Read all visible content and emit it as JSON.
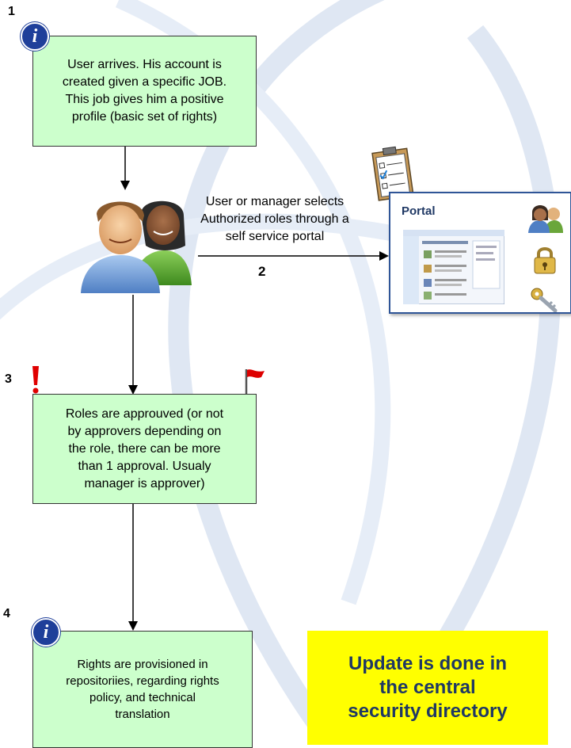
{
  "steps": [
    {
      "number": "1",
      "text": "User arrives. His account is\ncreated given a specific JOB.\nThis job gives him a positive\nprofile (basic set of rights)"
    },
    {
      "number": "2"
    },
    {
      "number": "3",
      "text": "Roles are approuved (or not\nby approvers depending on\nthe role, there can be more\nthan 1 approval. Usualy\nmanager is approver)"
    },
    {
      "number": "4",
      "text": "Rights are provisioned in\nrepositoriies, regarding rights\npolicy, and technical\ntranslation"
    }
  ],
  "arrow_label": "User or manager selects\nAuthorized roles through a\nself service portal",
  "portal": {
    "title": "Portal"
  },
  "update_note": "Update is done in\nthe central\nsecurity directory",
  "icons": [
    "info-icon",
    "users-icon",
    "clipboard-icon",
    "exclamation-icon",
    "flag-icon",
    "portal-screenshot",
    "lock-icon",
    "key-icon"
  ],
  "colors": {
    "box_fill": "#ccffcc",
    "note_fill": "#ffff00",
    "note_text": "#1f3864",
    "info_icon": "#1f3f9a",
    "exclamation": "#e00000",
    "flag": "#dd0000"
  }
}
